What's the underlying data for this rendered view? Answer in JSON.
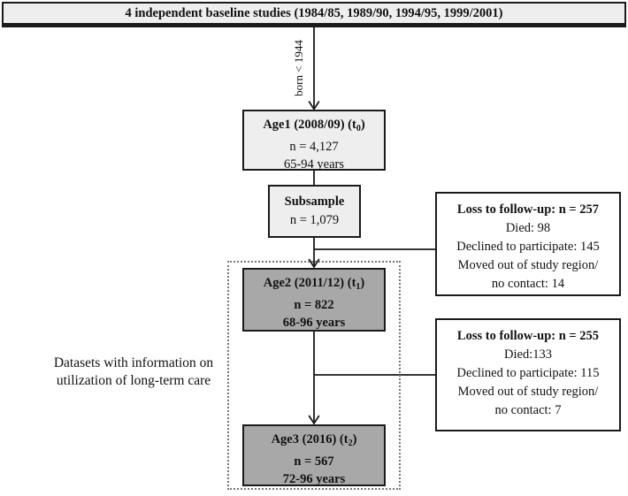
{
  "colors": {
    "box_light": "#efeeee",
    "box_dark": "#a8a8a8",
    "border": "#1a1a1a",
    "line": "#1a1a1a",
    "background": "#ffffff"
  },
  "header": {
    "label": "4 independent baseline studies (1984/85, 1989/90, 1994/95, 1999/2001)"
  },
  "flow": {
    "born_filter_label": "born < 1944",
    "age1": {
      "title_prefix": "Age1 (2008/09) (t",
      "title_sub": "0",
      "title_suffix": ")",
      "n_label": "n = 4,127",
      "age_range": "65-94 years"
    },
    "subsample": {
      "title": "Subsample",
      "n_label": "n = 1,079"
    },
    "age2": {
      "title_prefix": "Age2 (2011/12) (t",
      "title_sub": "1",
      "title_suffix": ")",
      "n_label": "n = 822",
      "age_range": "68-96 years"
    },
    "age3": {
      "title_prefix": "Age3 (2016) (t",
      "title_sub": "2",
      "title_suffix": ")",
      "n_label": "n = 567",
      "age_range": "72-96 years"
    },
    "loss1": {
      "title": "Loss to follow-up: n = 257",
      "lines": [
        "Died: 98",
        "Declined to participate: 145",
        "Moved out of study region/",
        "no contact: 14"
      ]
    },
    "loss2": {
      "title": "Loss to follow-up: n = 255",
      "lines": [
        "Died:133",
        "Declined to participate: 115",
        "Moved out of study region/",
        "no contact: 7"
      ]
    },
    "side_note": {
      "line1": "Datasets with information on",
      "line2": "utilization of long-term care"
    }
  }
}
